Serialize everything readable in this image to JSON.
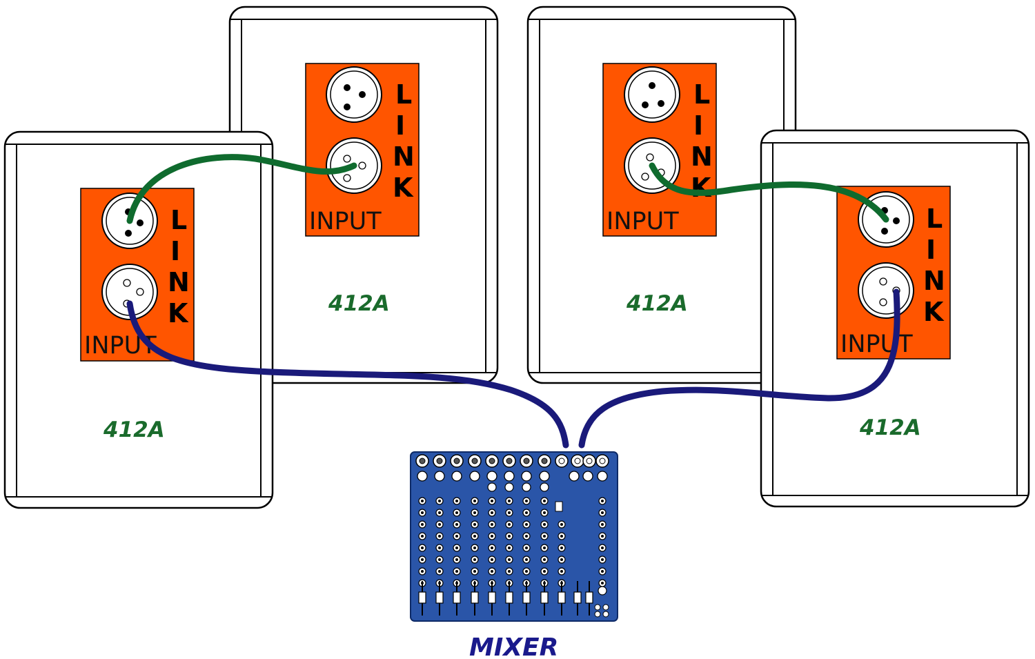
{
  "speakers": [
    {
      "id": "back-left",
      "model": "412A",
      "panel": {
        "input_label": "INPUT",
        "link_letters": [
          "L",
          "I",
          "N",
          "K"
        ]
      }
    },
    {
      "id": "back-right",
      "model": "412A",
      "panel": {
        "input_label": "INPUT",
        "link_letters": [
          "L",
          "I",
          "N",
          "K"
        ]
      }
    },
    {
      "id": "front-left",
      "model": "412A",
      "panel": {
        "input_label": "INPUT",
        "link_letters": [
          "L",
          "I",
          "N",
          "K"
        ]
      }
    },
    {
      "id": "front-right",
      "model": "412A",
      "panel": {
        "input_label": "INPUT",
        "link_letters": [
          "L",
          "I",
          "N",
          "K"
        ]
      }
    }
  ],
  "mixer": {
    "label": "MIXER"
  },
  "colors": {
    "panel": "#ff5500",
    "link_cable": "#0f6b2e",
    "input_cable": "#1a1a7a",
    "mixer_body": "#2a55a8",
    "model_text": "#1a6b2c",
    "mixer_text": "#1a1a8c"
  }
}
